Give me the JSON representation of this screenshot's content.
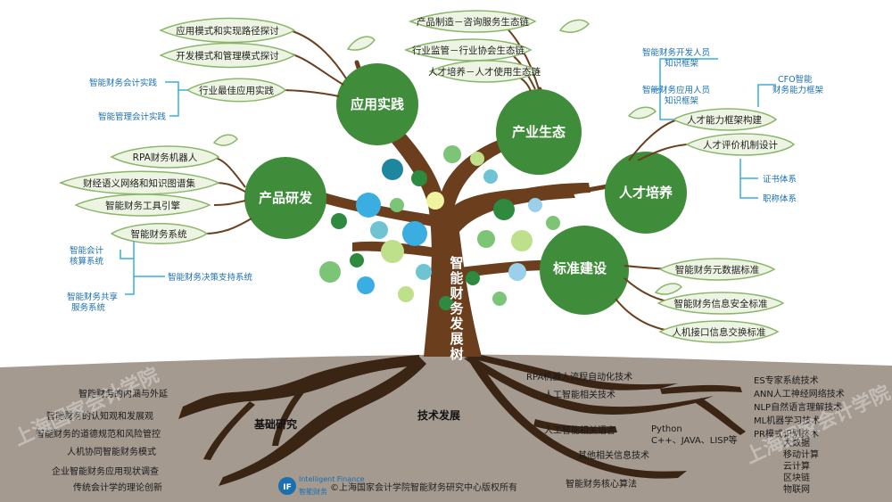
{
  "trunk_label": "智能财务发展树",
  "branches": {
    "application": "应用实践",
    "industry": "产业生态",
    "talent": "人才培养",
    "product": "产品研发",
    "standard": "标准建设"
  },
  "application_leaves": [
    "应用模式和实现路径探讨",
    "开发模式和管理模式探讨",
    "行业最佳应用实践"
  ],
  "application_sub": [
    "智能财务会计实践",
    "智能管理会计实践"
  ],
  "industry_leaves": [
    "产品制造－咨询服务生态链",
    "行业监管－行业协会生态链",
    "人才培养－人才使用生态链"
  ],
  "talent_sub_top": [
    "智能财务开发人员知识框架",
    "智能财务应用人员知识框架"
  ],
  "talent_cfo": "CFO智能财务能力框架",
  "talent_leaves": [
    "人才能力框架构建",
    "人才评价机制设计"
  ],
  "talent_sub_bottom": [
    "证书体系",
    "职称体系"
  ],
  "product_leaves": [
    "RPA财务机器人",
    "财经语义网络和知识图谱集",
    "智能财务工具引擎",
    "智能财务系统"
  ],
  "product_sub": [
    "智能会计核算系统",
    "智能财务决策支持系统",
    "智能财务共享服务系统"
  ],
  "standard_leaves": [
    "智能财务元数据标准",
    "智能财务信息安全标准",
    "人机接口信息交换标准"
  ],
  "roots_left_title": "基础研究",
  "roots_left": [
    "智能财务的内涵与外延",
    "智能财务的认知观和发展观",
    "智能财务的道德规范和风险管控",
    "人机协同智能财务模式",
    "企业智能财务应用现状调查",
    "传统会计学的理论创新"
  ],
  "roots_right_title": "技术发展",
  "roots_right": [
    "RPA机器人流程自动化技术",
    "人工智能相关技术",
    "人工智能相关语言",
    "其他相关信息技术",
    "智能财务核心算法"
  ],
  "ai_tech": [
    "ES专家系统技术",
    "ANN人工神经网络技术",
    "NLP自然语言理解技术",
    "ML机器学习技术",
    "PR模式识别技术"
  ],
  "languages": "Python C++、JAVA、LISP等",
  "other_tech": [
    "大数据",
    "移动计算",
    "云计算",
    "区块链",
    "物联网"
  ],
  "logo_text": "Intelligent Finance",
  "logo_cn": "智能财务",
  "copyright": "©上海国家会计学院智能财务研究中心版权所有",
  "watermark": "上海国家会计学院",
  "colors": {
    "green": "#3f8c3a",
    "leaf": "#e8f1dc",
    "leafStroke": "#8ab66a",
    "brown": "#6b3f1e",
    "soil": "#a39a8f",
    "blue": "#1b6fb0"
  }
}
